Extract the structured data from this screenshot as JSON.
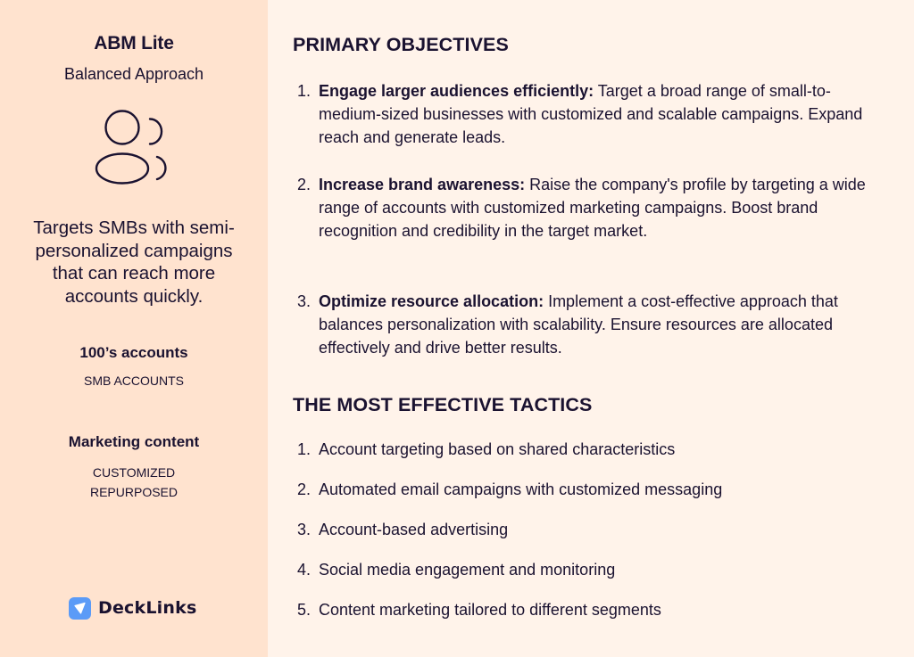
{
  "sidebar": {
    "title": "ABM Lite",
    "subtitle": "Balanced Approach",
    "icon": "users-icon",
    "description": "Targets SMBs with semi-personalized campaigns that can reach more accounts quickly.",
    "stats": [
      {
        "label": "100’s accounts",
        "sub": [
          "SMB ACCOUNTS"
        ]
      },
      {
        "label": "Marketing content",
        "sub": [
          "CUSTOMIZED",
          "REPURPOSED"
        ]
      }
    ],
    "logo": {
      "icon": "decklinks-logo-icon",
      "text": "DeckLinks",
      "color": "#5b9bf7"
    }
  },
  "main": {
    "objectives_heading": "PRIMARY OBJECTIVES",
    "objectives": [
      {
        "number": "1.",
        "title": "Engage larger audiences efficiently:",
        "body": " Target a broad range of small-to-medium-sized businesses with customized and scalable campaigns. Expand reach and generate leads."
      },
      {
        "number": "2.",
        "title": "Increase brand awareness:",
        "body": " Raise the company's profile by targeting a wide range of accounts with customized marketing campaigns. Boost brand recognition and credibility in the target market."
      },
      {
        "number": "3.",
        "title": "Optimize resource allocation:",
        "body": " Implement a cost-effective approach that balances personalization with scalability. Ensure resources are allocated effectively and drive better results."
      }
    ],
    "tactics_heading": "THE MOST EFFECTIVE TACTICS",
    "tactics": [
      {
        "number": "1.",
        "text": "Account targeting based on shared characteristics"
      },
      {
        "number": "2.",
        "text": "Automated email campaigns with customized messaging"
      },
      {
        "number": "3.",
        "text": "Account-based advertising"
      },
      {
        "number": "4.",
        "text": "Social media engagement and monitoring"
      },
      {
        "number": "5.",
        "text": "Content marketing tailored to different segments"
      }
    ]
  },
  "colors": {
    "sidebar_bg": "#ffe3cf",
    "page_bg": "#fff3ea",
    "text": "#1a1230",
    "accent": "#5b9bf7"
  }
}
